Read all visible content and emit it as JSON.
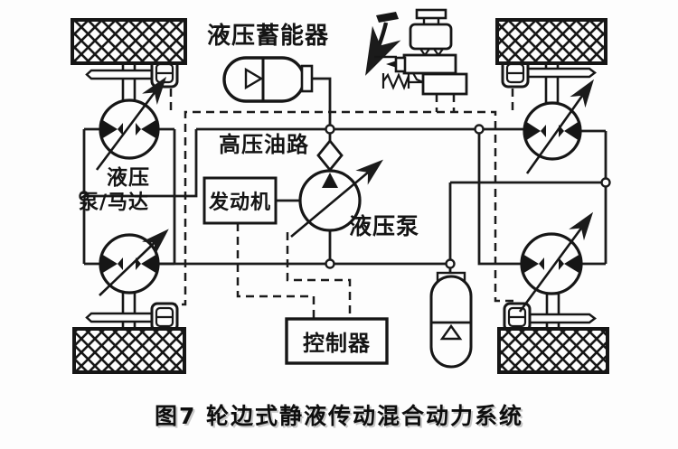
{
  "figure_caption": "图7 轮边式静液传动混合动力系统",
  "labels": {
    "accumulator": "液压蓄能器",
    "high_pressure_line": "高压油路",
    "engine": "发动机",
    "hydraulic_pump": "液压泵",
    "wheel_pump_motor_line1": "液压",
    "wheel_pump_motor_line2": "泵/马达",
    "controller": "控制器"
  },
  "colors": {
    "ink": "#1b1b1b",
    "background": "#fdfdfd",
    "caption_shadow": "#c9c9c9"
  }
}
